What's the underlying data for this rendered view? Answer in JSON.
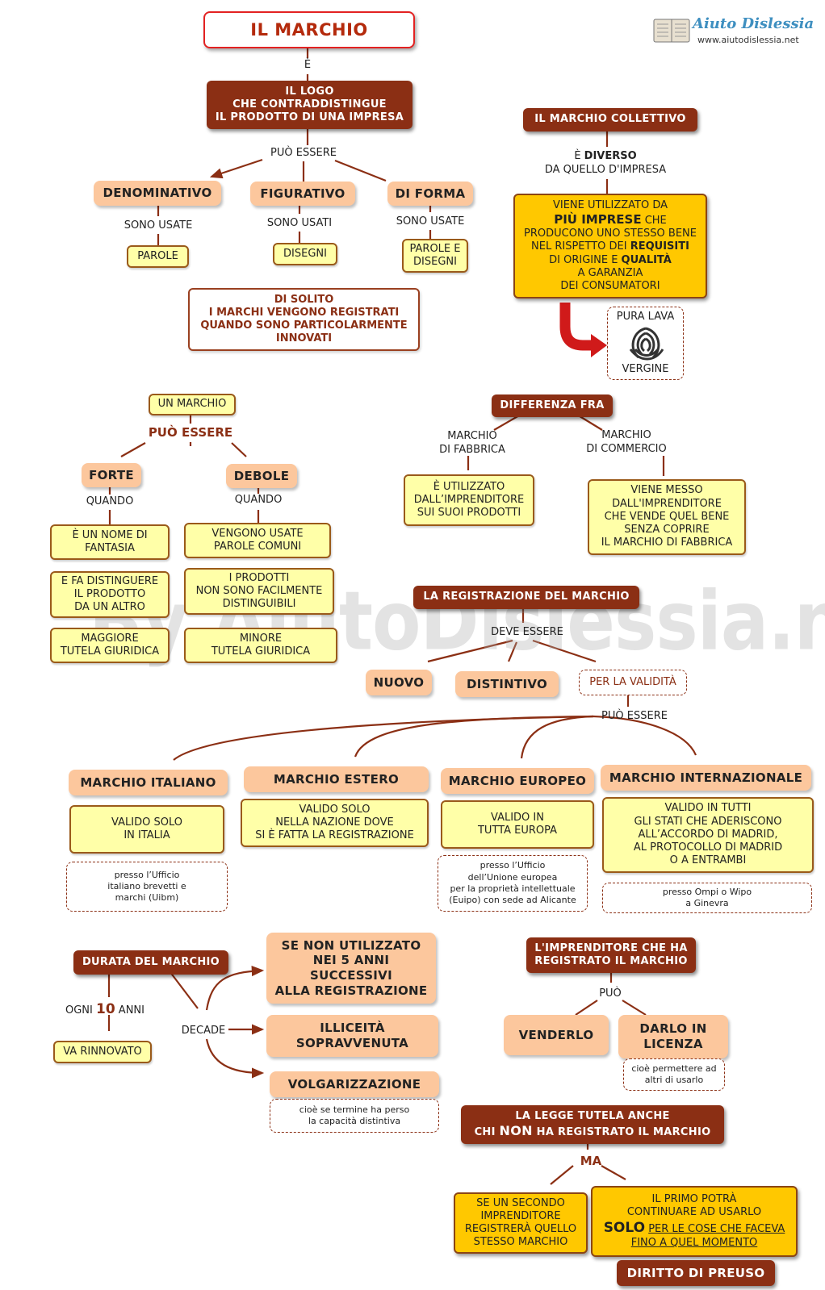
{
  "brand": {
    "logo_text": "Aiuto Dislessia",
    "site": "www.aiutodislessia.net",
    "watermark": "By AiutoDislessia.net"
  },
  "title": "IL MARCHIO",
  "e_label": "È",
  "logo_def": [
    "IL LOGO",
    "CHE CONTRADDISTINGUE",
    "IL PRODOTTO DI UNA IMPRESA"
  ],
  "puo_essere": "PUÒ ESSERE",
  "types": [
    {
      "name": "DENOMINATIVO",
      "connector": "SONO USATE",
      "value": [
        "PAROLE"
      ]
    },
    {
      "name": "FIGURATIVO",
      "connector": "SONO USATI",
      "value": [
        "DISEGNI"
      ]
    },
    {
      "name": "DI FORMA",
      "connector": "SONO USATE",
      "value": [
        "PAROLE E",
        "DISEGNI"
      ]
    }
  ],
  "registration_note": [
    "DI SOLITO",
    "I MARCHI VENGONO REGISTRATI",
    "QUANDO SONO PARTICOLARMENTE",
    "INNOVATI"
  ],
  "collettivo": {
    "title": "IL MARCHIO COLLETTIVO",
    "connector_prefix": "È ",
    "connector_bold": "DIVERSO",
    "connector_line2": "DA QUELLO D'IMPRESA",
    "desc": {
      "l1": "VIENE UTILIZZATO DA",
      "l2_bold": "PIÙ IMPRESE",
      "l2_rest": " CHE",
      "l3": "PRODUCONO UNO STESSO BENE",
      "l4_pre": "NEL RISPETTO DEI ",
      "l4_bold": "REQUISITI",
      "l5_pre": "DI ORIGINE E ",
      "l5_bold": "QUALITÀ",
      "l6": "A GARANZIA",
      "l7": "DEI CONSUMATORI"
    },
    "example_top": "PURA LAVA",
    "example_bottom": "VERGINE"
  },
  "forza": {
    "root": "UN MARCHIO",
    "puo": "PUÒ ESSERE",
    "forte": {
      "name": "FORTE",
      "quando": "QUANDO",
      "items": [
        [
          "È UN NOME DI",
          "FANTASIA"
        ],
        [
          "E FA DISTINGUERE",
          "IL PRODOTTO",
          "DA UN ALTRO"
        ],
        [
          "MAGGIORE",
          "TUTELA GIURIDICA"
        ]
      ]
    },
    "debole": {
      "name": "DEBOLE",
      "quando": "QUANDO",
      "items": [
        [
          "VENGONO USATE",
          "PAROLE COMUNI"
        ],
        [
          "I PRODOTTI",
          "NON SONO FACILMENTE",
          "DISTINGUIBILI"
        ],
        [
          "MINORE",
          "TUTELA GIURIDICA"
        ]
      ]
    }
  },
  "differenza": {
    "title": "DIFFERENZA FRA",
    "fabbrica": {
      "label": [
        "MARCHIO",
        "DI FABBRICA"
      ],
      "desc": [
        "È UTILIZZATO",
        "DALL’IMPRENDITORE",
        "SUI SUOI PRODOTTI"
      ]
    },
    "commercio": {
      "label": [
        "MARCHIO",
        "DI COMMERCIO"
      ],
      "desc": [
        "VIENE MESSO",
        "DALL'IMPRENDITORE",
        "CHE VENDE QUEL BENE",
        "SENZA COPRIRE",
        "IL MARCHIO DI FABBRICA"
      ]
    }
  },
  "registrazione": {
    "title": "LA REGISTRAZIONE DEL MARCHIO",
    "deve_essere": "DEVE ESSERE",
    "req": [
      "NUOVO",
      "DISTINTIVO"
    ],
    "validita": "PER LA VALIDITÀ",
    "puo_essere": "PUÒ ESSERE",
    "kinds": [
      {
        "name": "MARCHIO ITALIANO",
        "desc": [
          "VALIDO SOLO",
          "IN ITALIA"
        ],
        "note": [
          "presso l’Ufficio",
          "italiano brevetti e",
          "marchi (Uibm)"
        ]
      },
      {
        "name": "MARCHIO ESTERO",
        "desc": [
          "VALIDO SOLO",
          "NELLA NAZIONE DOVE",
          "SI È FATTA LA REGISTRAZIONE"
        ],
        "note": []
      },
      {
        "name": "MARCHIO EUROPEO",
        "desc": [
          "VALIDO IN",
          "TUTTA EUROPA"
        ],
        "note": [
          "presso l’Ufficio",
          "dell’Unione europea",
          "per la proprietà intellettuale",
          "(Euipo) con sede ad Alicante"
        ]
      },
      {
        "name": "MARCHIO INTERNAZIONALE",
        "desc": [
          "VALIDO IN TUTTI",
          "GLI STATI CHE ADERISCONO",
          "ALL’ACCORDO DI MADRID,",
          "AL PROTOCOLLO DI MADRID",
          "O A ENTRAMBI"
        ],
        "note": [
          "presso Ompi  o Wipo",
          "a Ginevra"
        ]
      }
    ]
  },
  "durata": {
    "title": "DURATA DEL MARCHIO",
    "ogni_pre": "OGNI ",
    "ogni_num": "10",
    "ogni_post": " ANNI",
    "rinnovo": "VA RINNOVATO",
    "decade": "DECADE",
    "cause1": [
      "SE NON UTILIZZATO",
      "NEI 5 ANNI",
      "SUCCESSIVI",
      "ALLA REGISTRAZIONE"
    ],
    "cause2": [
      "ILLICEITÀ",
      "SOPRAVVENUTA"
    ],
    "cause3": "VOLGARIZZAZIONE",
    "cause3_note": [
      "cioè se termine ha perso",
      "la capacità distintiva"
    ]
  },
  "imprenditore": {
    "title": [
      "L'IMPRENDITORE CHE HA",
      "REGISTRATO IL MARCHIO"
    ],
    "puo": "PUÒ",
    "opt1": "VENDERLO",
    "opt2": [
      "DARLO IN",
      "LICENZA"
    ],
    "opt2_note": [
      "cioè permettere ad",
      "altri di usarlo"
    ]
  },
  "legge": {
    "l1": "LA LEGGE TUTELA ANCHE",
    "l2_pre": "CHI ",
    "l2_bold": "NON",
    "l2_post": " HA REGISTRATO IL MARCHIO",
    "ma": "MA",
    "left": [
      "SE UN SECONDO",
      "IMPRENDITORE",
      "REGISTRERÀ QUELLO",
      "STESSO MARCHIO"
    ],
    "right_l1": "IL PRIMO POTRÀ",
    "right_l2": "CONTINUARE AD USARLO",
    "right_bold": "SOLO",
    "right_ul1": "PER LE COSE CHE FACEVA",
    "right_ul2": "FINO A QUEL MOMENTO",
    "preuso": "DIRITTO DI PREUSO"
  }
}
